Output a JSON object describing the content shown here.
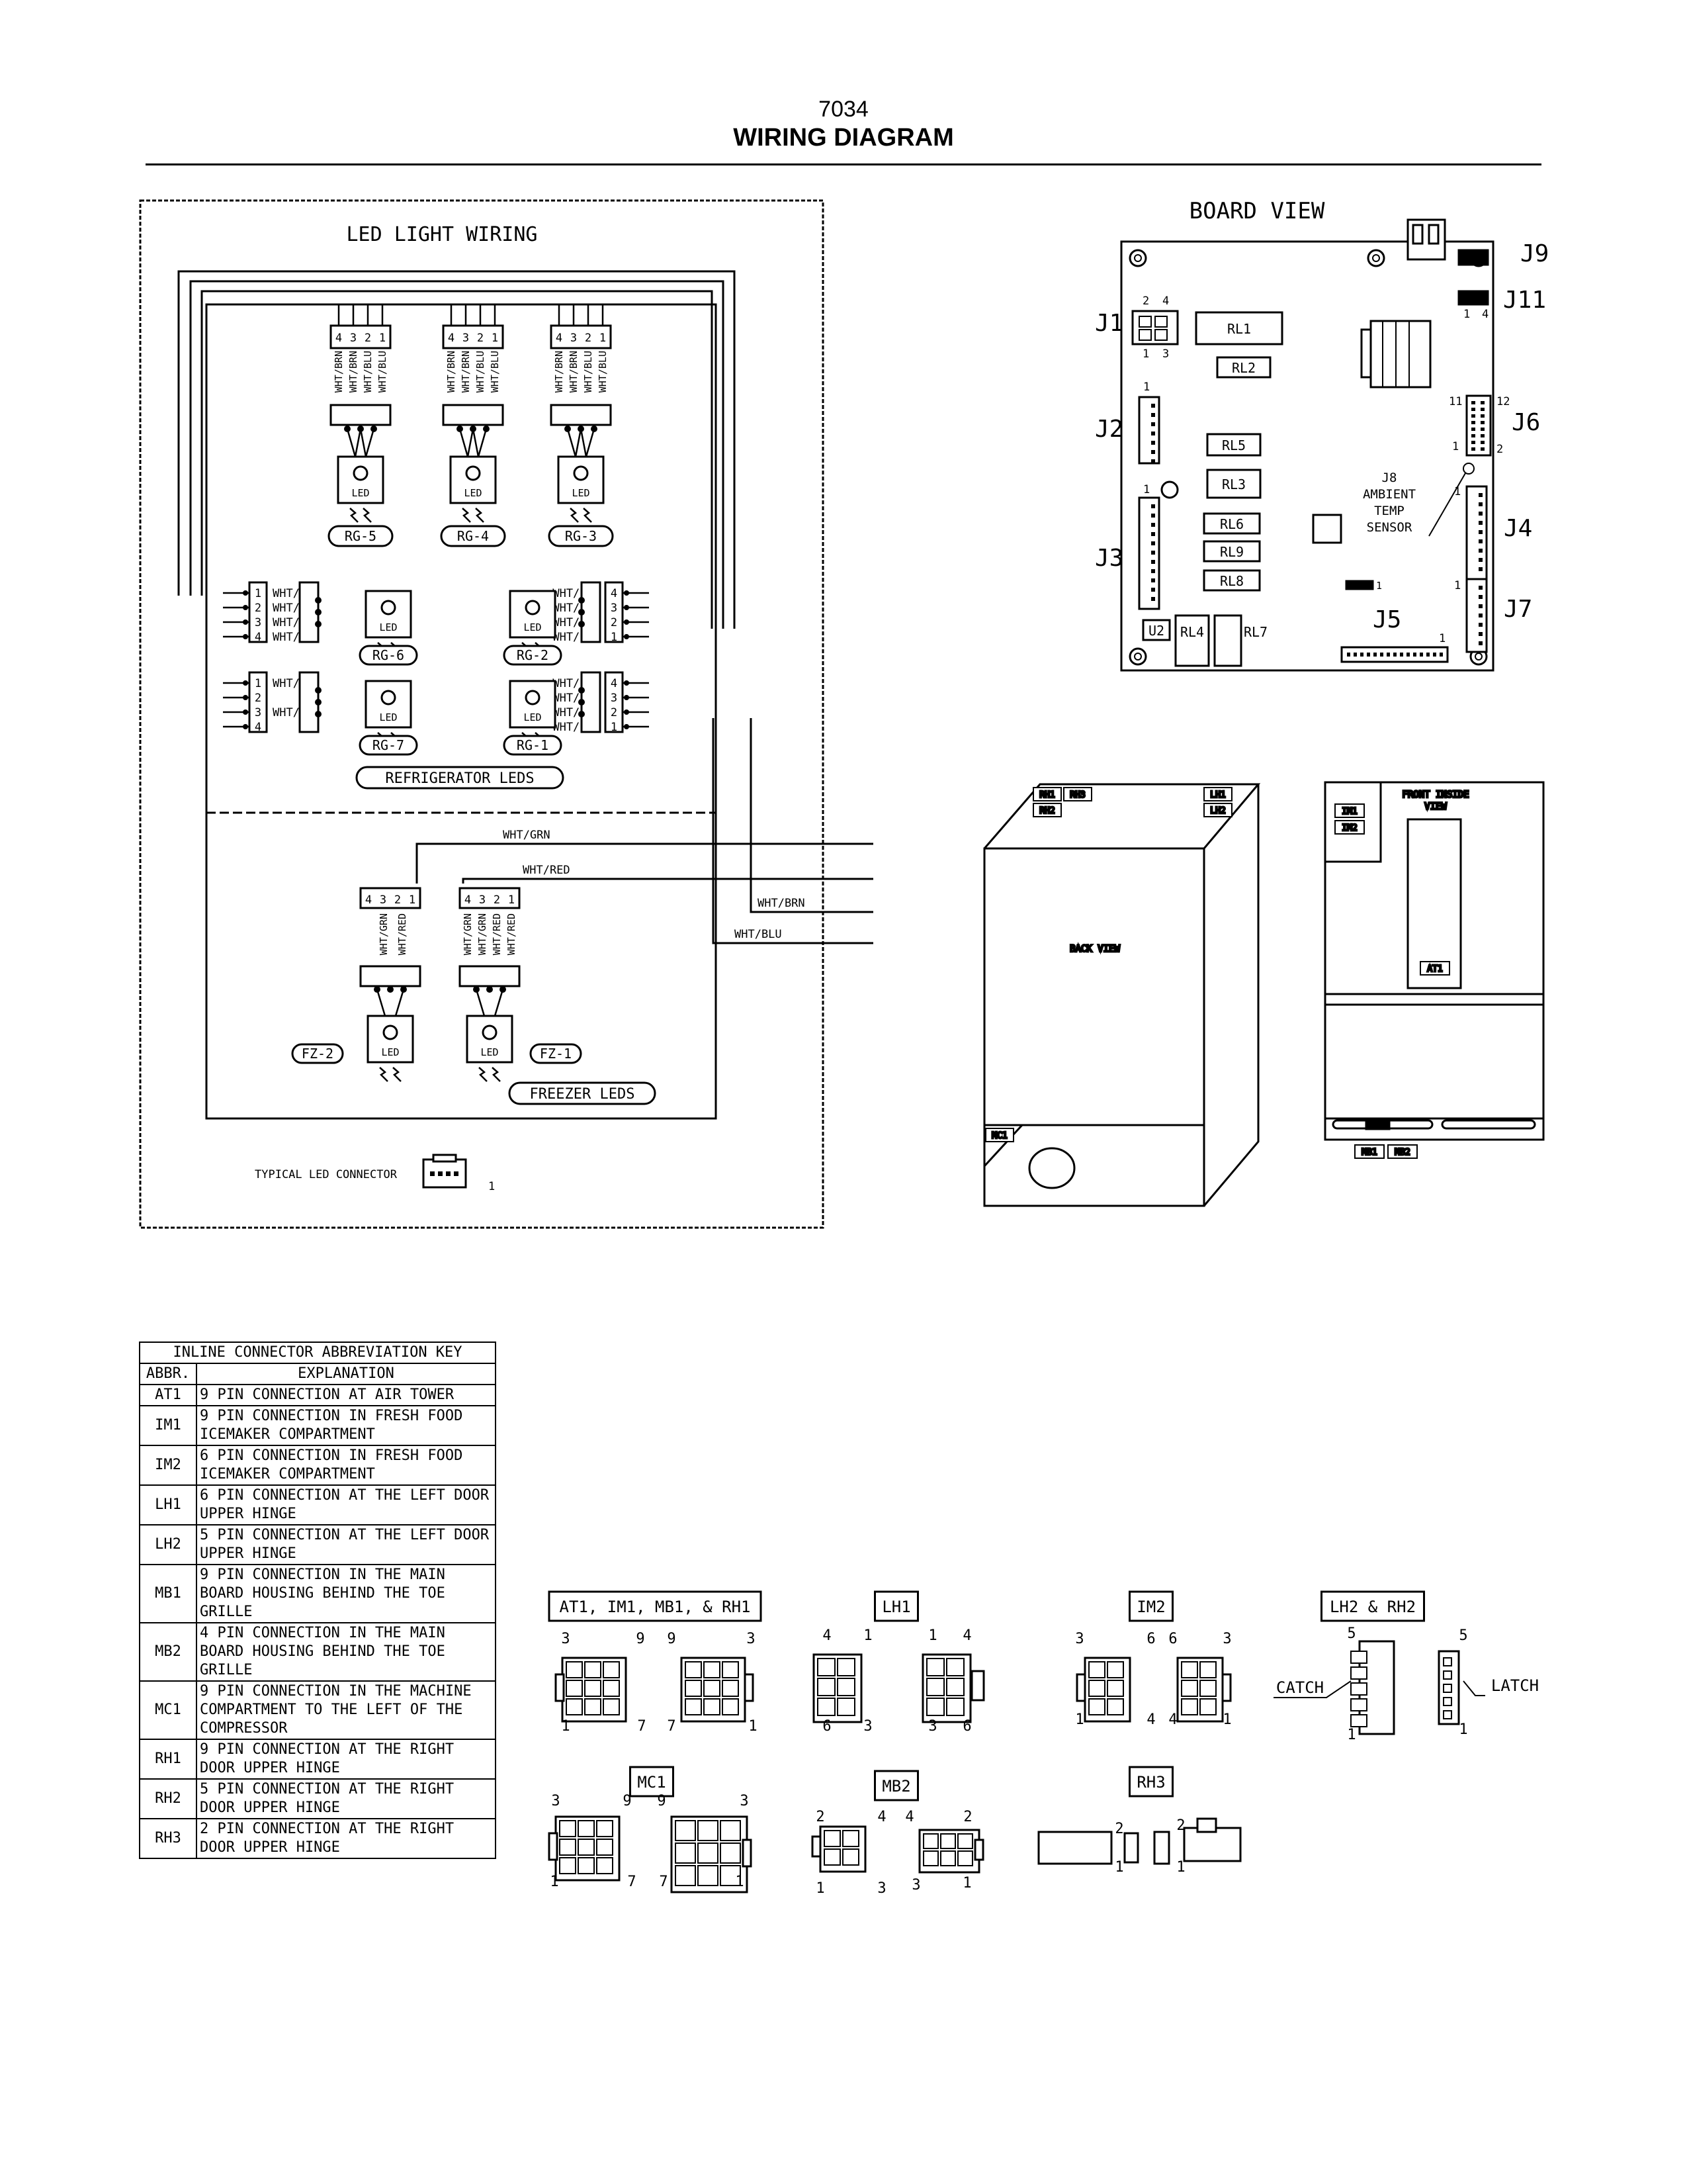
{
  "header": {
    "number": "7034",
    "title": "WIRING DIAGRAM"
  },
  "led_wiring": {
    "title": "LED LIGHT WIRING",
    "refrigerator_label": "REFRIGERATOR LEDS",
    "freezer_label": "FREEZER LEDS",
    "typical_connector": "TYPICAL LED CONNECTOR",
    "typical_pin": "1",
    "led_text": "LED",
    "top_groups": [
      "RG-5",
      "RG-4",
      "RG-3"
    ],
    "top_pins": [
      "4",
      "3",
      "2",
      "1"
    ],
    "top_wires": [
      "WHT/BRN",
      "WHT/BRN",
      "WHT/BLU",
      "WHT/BLU"
    ],
    "left_groups": [
      "RG-6",
      "RG-7"
    ],
    "right_groups": [
      "RG-2",
      "RG-1"
    ],
    "left_upper_pins": [
      "1",
      "2",
      "3",
      "4"
    ],
    "left_upper_wires": [
      "WHT/BLU",
      "WHT/BLU",
      "WHT/BRN",
      "WHT/BRN"
    ],
    "left_lower_pins": [
      "1",
      "2",
      "3",
      "4"
    ],
    "left_lower_wires": [
      "WHT/BLU",
      "WHT/BRN"
    ],
    "right_pins": [
      "4",
      "3",
      "2",
      "1"
    ],
    "right_wires": [
      "WHT/BRN",
      "WHT/BRN",
      "WHT/BLU",
      "WHT/BLU"
    ],
    "freezer_groups": [
      "FZ-2",
      "FZ-1"
    ],
    "freezer_pins": [
      "4",
      "3",
      "2",
      "1"
    ],
    "fz2_wires": [
      "WHT/GRN",
      "WHT/RED"
    ],
    "fz1_wires": [
      "WHT/GRN",
      "WHT/GRN",
      "WHT/RED",
      "WHT/RED"
    ],
    "out_wires": [
      "WHT/GRN",
      "WHT/RED",
      "WHT/BRN",
      "WHT/BLU"
    ]
  },
  "board_view": {
    "title": "BOARD VIEW",
    "connectors": [
      "J9",
      "J11",
      "J1",
      "J2",
      "J3",
      "J4",
      "J5",
      "J6",
      "J7"
    ],
    "relays": [
      "RL1",
      "RL2",
      "RL5",
      "RL3",
      "RL6",
      "RL9",
      "RL8",
      "RL4",
      "RL7"
    ],
    "u2": "U2",
    "sensor_label": "J8\nAMBIENT\nTEMP\nSENSOR",
    "j1_pins": [
      "2",
      "4",
      "1",
      "3"
    ],
    "j11_pins": [
      "1",
      "4"
    ],
    "j6_pins": [
      "11",
      "12",
      "1",
      "2"
    ],
    "one": "1"
  },
  "back_view": {
    "label": "BACK VIEW",
    "tags": [
      "RH1",
      "RH3",
      "RH2",
      "LH1",
      "LH2",
      "MC1"
    ]
  },
  "front_view": {
    "label": "FRONT INSIDE\nVIEW",
    "tags": [
      "IM1",
      "IM2",
      "AT1",
      "MB1",
      "MB2"
    ]
  },
  "abbr_table": {
    "title": "INLINE CONNECTOR ABBREVIATION KEY",
    "col_abbr": "ABBR.",
    "col_expl": "EXPLANATION",
    "rows": [
      {
        "abbr": "AT1",
        "text": "9 PIN CONNECTION AT AIR TOWER"
      },
      {
        "abbr": "IM1",
        "text": "9 PIN CONNECTION IN FRESH FOOD ICEMAKER COMPARTMENT"
      },
      {
        "abbr": "IM2",
        "text": "6 PIN CONNECTION IN FRESH FOOD ICEMAKER COMPARTMENT"
      },
      {
        "abbr": "LH1",
        "text": "6 PIN CONNECTION AT THE LEFT DOOR UPPER HINGE"
      },
      {
        "abbr": "LH2",
        "text": "5 PIN CONNECTION AT THE LEFT DOOR UPPER HINGE"
      },
      {
        "abbr": "MB1",
        "text": "9 PIN CONNECTION IN THE MAIN BOARD HOUSING BEHIND THE TOE GRILLE"
      },
      {
        "abbr": "MB2",
        "text": "4 PIN CONNECTION IN THE MAIN BOARD HOUSING BEHIND THE TOE GRILLE"
      },
      {
        "abbr": "MC1",
        "text": "9 PIN CONNECTION IN THE MACHINE COMPARTMENT TO THE LEFT OF THE COMPRESSOR"
      },
      {
        "abbr": "RH1",
        "text": "9 PIN CONNECTION AT THE RIGHT DOOR UPPER HINGE"
      },
      {
        "abbr": "RH2",
        "text": "5 PIN CONNECTION AT THE RIGHT DOOR UPPER HINGE"
      },
      {
        "abbr": "RH3",
        "text": "2 PIN CONNECTION AT THE RIGHT DOOR UPPER HINGE"
      }
    ]
  },
  "connector_key": {
    "labels": [
      "AT1, IM1, MB1, & RH1",
      "LH1",
      "IM2",
      "LH2 & RH2",
      "MC1",
      "MB2",
      "RH3"
    ],
    "catch": "CATCH",
    "latch": "LATCH",
    "pins_9": [
      "3",
      "9",
      "1",
      "7"
    ],
    "pins_9_mate": [
      "9",
      "3",
      "7",
      "1"
    ],
    "pins_lh1": [
      "4",
      "1",
      "6",
      "3"
    ],
    "pins_lh1_mate": [
      "1",
      "4",
      "3",
      "6"
    ],
    "pins_im2": [
      "3",
      "6",
      "1",
      "4"
    ],
    "pins_im2_mate": [
      "6",
      "3",
      "4",
      "1"
    ],
    "pins_lh2": [
      "5",
      "1"
    ],
    "pins_mb2": [
      "2",
      "4",
      "1",
      "3"
    ],
    "pins_mb2_mate": [
      "4",
      "2",
      "3",
      "1"
    ],
    "pins_rh3": [
      "2",
      "1"
    ]
  }
}
